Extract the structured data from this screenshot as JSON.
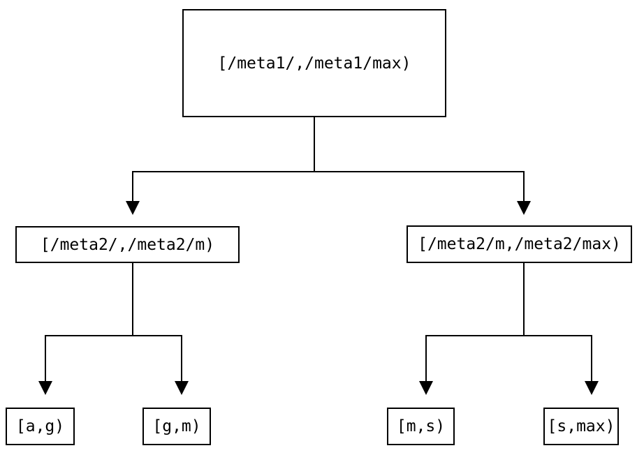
{
  "diagram": {
    "type": "tree",
    "colors": {
      "background": "#ffffff",
      "line": "#000000",
      "box_border": "#000000",
      "box_fill": "#ffffff",
      "text": "#000000"
    },
    "nodes": {
      "root": {
        "label": "[/meta1/,/meta1/max)"
      },
      "left": {
        "label": "[/meta2/,/meta2/m)"
      },
      "right": {
        "label": "[/meta2/m,/meta2/max)"
      },
      "leaf_a_g": {
        "label": "[a,g)"
      },
      "leaf_g_m": {
        "label": "[g,m)"
      },
      "leaf_m_s": {
        "label": "[m,s)"
      },
      "leaf_s_max": {
        "label": "[s,max)"
      }
    },
    "edges": [
      {
        "from": "root",
        "to": "left"
      },
      {
        "from": "root",
        "to": "right"
      },
      {
        "from": "left",
        "to": "leaf_a_g"
      },
      {
        "from": "left",
        "to": "leaf_g_m"
      },
      {
        "from": "right",
        "to": "leaf_m_s"
      },
      {
        "from": "right",
        "to": "leaf_s_max"
      }
    ]
  }
}
